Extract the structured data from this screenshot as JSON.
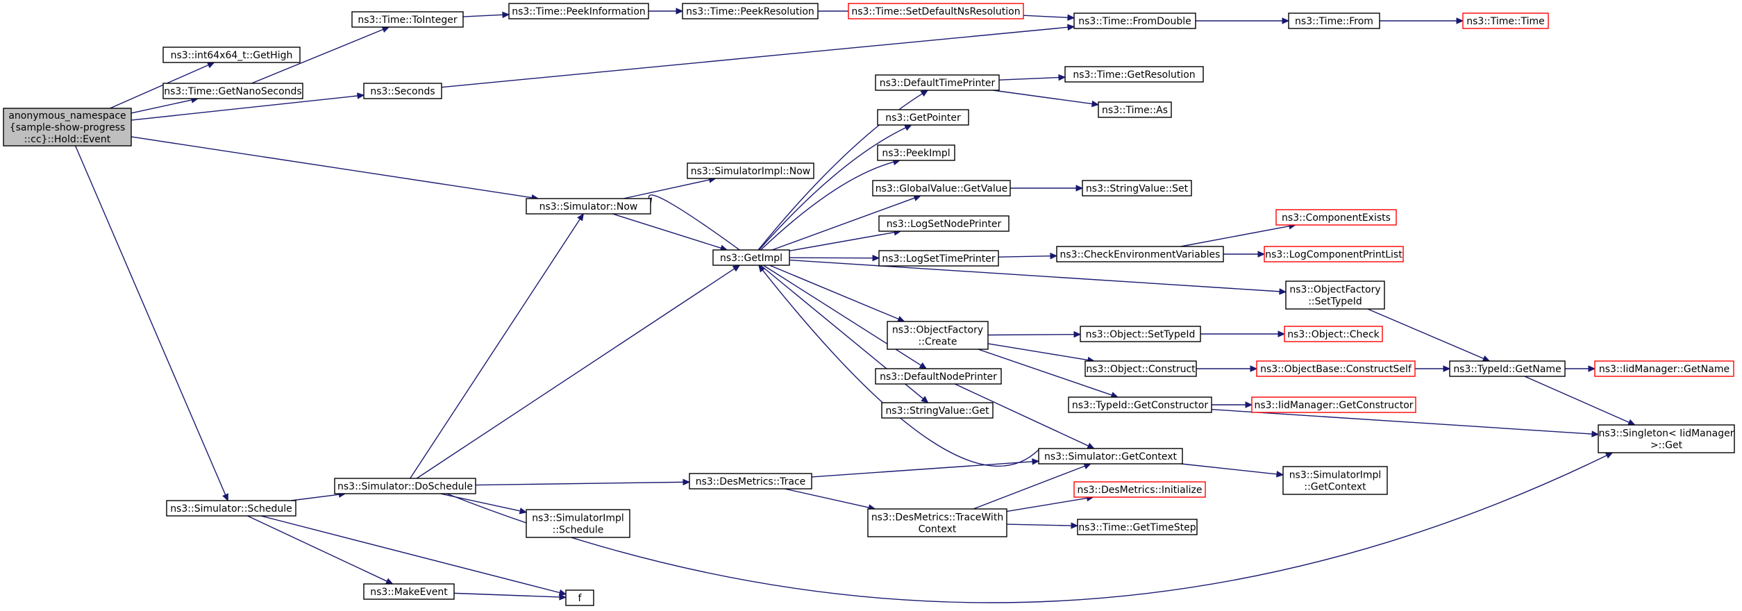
{
  "nodes": {
    "hold": {
      "lines": [
        "anonymous_namespace",
        "{sample-show-progress",
        "::cc}::Hold::Event"
      ],
      "root": true
    },
    "getHigh": {
      "lines": [
        "ns3::int64x64_t::GetHigh"
      ]
    },
    "getNano": {
      "lines": [
        "ns3::Time::GetNanoSeconds"
      ]
    },
    "seconds": {
      "lines": [
        "ns3::Seconds"
      ]
    },
    "simNow": {
      "lines": [
        "ns3::Simulator::Now"
      ]
    },
    "schedule": {
      "lines": [
        "ns3::Simulator::Schedule"
      ]
    },
    "toInteger": {
      "lines": [
        "ns3::Time::ToInteger"
      ]
    },
    "peekInfo": {
      "lines": [
        "ns3::Time::PeekInformation"
      ]
    },
    "peekRes": {
      "lines": [
        "ns3::Time::PeekResolution"
      ]
    },
    "setDefNs": {
      "lines": [
        "ns3::Time::SetDefaultNsResolution"
      ],
      "red": true
    },
    "fromDouble": {
      "lines": [
        "ns3::Time::FromDouble"
      ]
    },
    "timeFrom": {
      "lines": [
        "ns3::Time::From"
      ]
    },
    "timeTime": {
      "lines": [
        "ns3::Time::Time"
      ],
      "red": true
    },
    "implNow": {
      "lines": [
        "ns3::SimulatorImpl::Now"
      ]
    },
    "getImpl": {
      "lines": [
        "ns3::GetImpl"
      ]
    },
    "defTimePrinter": {
      "lines": [
        "ns3::DefaultTimePrinter"
      ]
    },
    "getRes": {
      "lines": [
        "ns3::Time::GetResolution"
      ]
    },
    "timeAs": {
      "lines": [
        "ns3::Time::As"
      ]
    },
    "getPointer": {
      "lines": [
        "ns3::GetPointer"
      ]
    },
    "peekImpl": {
      "lines": [
        "ns3::PeekImpl"
      ]
    },
    "gvGetValue": {
      "lines": [
        "ns3::GlobalValue::GetValue"
      ]
    },
    "svSet": {
      "lines": [
        "ns3::StringValue::Set"
      ]
    },
    "logSetNode": {
      "lines": [
        "ns3::LogSetNodePrinter"
      ]
    },
    "logSetTime": {
      "lines": [
        "ns3::LogSetTimePrinter"
      ]
    },
    "checkEnv": {
      "lines": [
        "ns3::CheckEnvironmentVariables"
      ]
    },
    "compExists": {
      "lines": [
        "ns3::ComponentExists"
      ],
      "red": true
    },
    "logCompList": {
      "lines": [
        "ns3::LogComponentPrintList"
      ],
      "red": true
    },
    "ofSetTypeId": {
      "lines": [
        "ns3::ObjectFactory",
        "::SetTypeId"
      ]
    },
    "ofCreate": {
      "lines": [
        "ns3::ObjectFactory",
        "::Create"
      ]
    },
    "objSetTypeId": {
      "lines": [
        "ns3::Object::SetTypeId"
      ]
    },
    "objCheck": {
      "lines": [
        "ns3::Object::Check"
      ],
      "red": true
    },
    "objConstruct": {
      "lines": [
        "ns3::Object::Construct"
      ]
    },
    "obConstructSelf": {
      "lines": [
        "ns3::ObjectBase::ConstructSelf"
      ],
      "red": true
    },
    "typeIdGetName": {
      "lines": [
        "ns3::TypeId::GetName"
      ]
    },
    "iidGetName": {
      "lines": [
        "ns3::IidManager::GetName"
      ],
      "red": true
    },
    "typeIdGetCtor": {
      "lines": [
        "ns3::TypeId::GetConstructor"
      ]
    },
    "iidGetCtor": {
      "lines": [
        "ns3::IidManager::GetConstructor"
      ],
      "red": true
    },
    "singleton": {
      "lines": [
        "ns3::Singleton< IidManager",
        ">::Get"
      ]
    },
    "defNodePrinter": {
      "lines": [
        "ns3::DefaultNodePrinter"
      ]
    },
    "svGet": {
      "lines": [
        "ns3::StringValue::Get"
      ]
    },
    "simGetContext": {
      "lines": [
        "ns3::Simulator::GetContext"
      ]
    },
    "implGetContext": {
      "lines": [
        "ns3::SimulatorImpl",
        "::GetContext"
      ]
    },
    "doSchedule": {
      "lines": [
        "ns3::Simulator::DoSchedule"
      ]
    },
    "desTrace": {
      "lines": [
        "ns3::DesMetrics::Trace"
      ]
    },
    "desTraceWith": {
      "lines": [
        "ns3::DesMetrics::TraceWith",
        "Context"
      ]
    },
    "desInit": {
      "lines": [
        "ns3::DesMetrics::Initialize"
      ],
      "red": true
    },
    "getTimeStep": {
      "lines": [
        "ns3::Time::GetTimeStep"
      ]
    },
    "implSchedule": {
      "lines": [
        "ns3::SimulatorImpl",
        "::Schedule"
      ]
    },
    "makeEvent": {
      "lines": [
        "ns3::MakeEvent"
      ]
    },
    "f": {
      "lines": [
        "f"
      ]
    }
  },
  "edges": [
    [
      "hold",
      "getHigh"
    ],
    [
      "hold",
      "getNano"
    ],
    [
      "hold",
      "seconds"
    ],
    [
      "hold",
      "simNow"
    ],
    [
      "hold",
      "schedule"
    ],
    [
      "getNano",
      "toInteger"
    ],
    [
      "toInteger",
      "peekInfo"
    ],
    [
      "peekInfo",
      "peekRes"
    ],
    [
      "peekRes",
      "setDefNs"
    ],
    [
      "setDefNs",
      "fromDouble"
    ],
    [
      "seconds",
      "fromDouble"
    ],
    [
      "fromDouble",
      "timeFrom"
    ],
    [
      "timeFrom",
      "timeTime"
    ],
    [
      "simNow",
      "implNow"
    ],
    [
      "simNow",
      "getImpl"
    ],
    [
      "getImpl",
      "simNow"
    ],
    [
      "getImpl",
      "defTimePrinter"
    ],
    [
      "getImpl",
      "getPointer"
    ],
    [
      "getImpl",
      "peekImpl"
    ],
    [
      "getImpl",
      "gvGetValue"
    ],
    [
      "getImpl",
      "logSetNode"
    ],
    [
      "getImpl",
      "logSetTime"
    ],
    [
      "getImpl",
      "ofSetTypeId"
    ],
    [
      "getImpl",
      "ofCreate"
    ],
    [
      "getImpl",
      "defNodePrinter"
    ],
    [
      "getImpl",
      "svGet"
    ],
    [
      "defTimePrinter",
      "getRes"
    ],
    [
      "defTimePrinter",
      "timeAs"
    ],
    [
      "gvGetValue",
      "svSet"
    ],
    [
      "logSetTime",
      "checkEnv"
    ],
    [
      "checkEnv",
      "compExists"
    ],
    [
      "checkEnv",
      "logCompList"
    ],
    [
      "ofSetTypeId",
      "typeIdGetName"
    ],
    [
      "ofCreate",
      "objSetTypeId"
    ],
    [
      "ofCreate",
      "objConstruct"
    ],
    [
      "ofCreate",
      "typeIdGetCtor"
    ],
    [
      "objSetTypeId",
      "objCheck"
    ],
    [
      "objConstruct",
      "obConstructSelf"
    ],
    [
      "obConstructSelf",
      "typeIdGetName"
    ],
    [
      "typeIdGetName",
      "iidGetName"
    ],
    [
      "typeIdGetName",
      "singleton"
    ],
    [
      "typeIdGetCtor",
      "iidGetCtor"
    ],
    [
      "typeIdGetCtor",
      "singleton"
    ],
    [
      "defNodePrinter",
      "simGetContext"
    ],
    [
      "simGetContext",
      "getImpl"
    ],
    [
      "simGetContext",
      "implGetContext"
    ],
    [
      "schedule",
      "doSchedule"
    ],
    [
      "schedule",
      "makeEvent"
    ],
    [
      "schedule",
      "f"
    ],
    [
      "doSchedule",
      "simNow"
    ],
    [
      "doSchedule",
      "getImpl"
    ],
    [
      "doSchedule",
      "desTrace"
    ],
    [
      "doSchedule",
      "implSchedule"
    ],
    [
      "doSchedule",
      "singleton"
    ],
    [
      "desTrace",
      "simGetContext"
    ],
    [
      "desTrace",
      "desTraceWith"
    ],
    [
      "desTraceWith",
      "simGetContext"
    ],
    [
      "desTraceWith",
      "desInit"
    ],
    [
      "desTraceWith",
      "getTimeStep"
    ],
    [
      "makeEvent",
      "f"
    ]
  ]
}
